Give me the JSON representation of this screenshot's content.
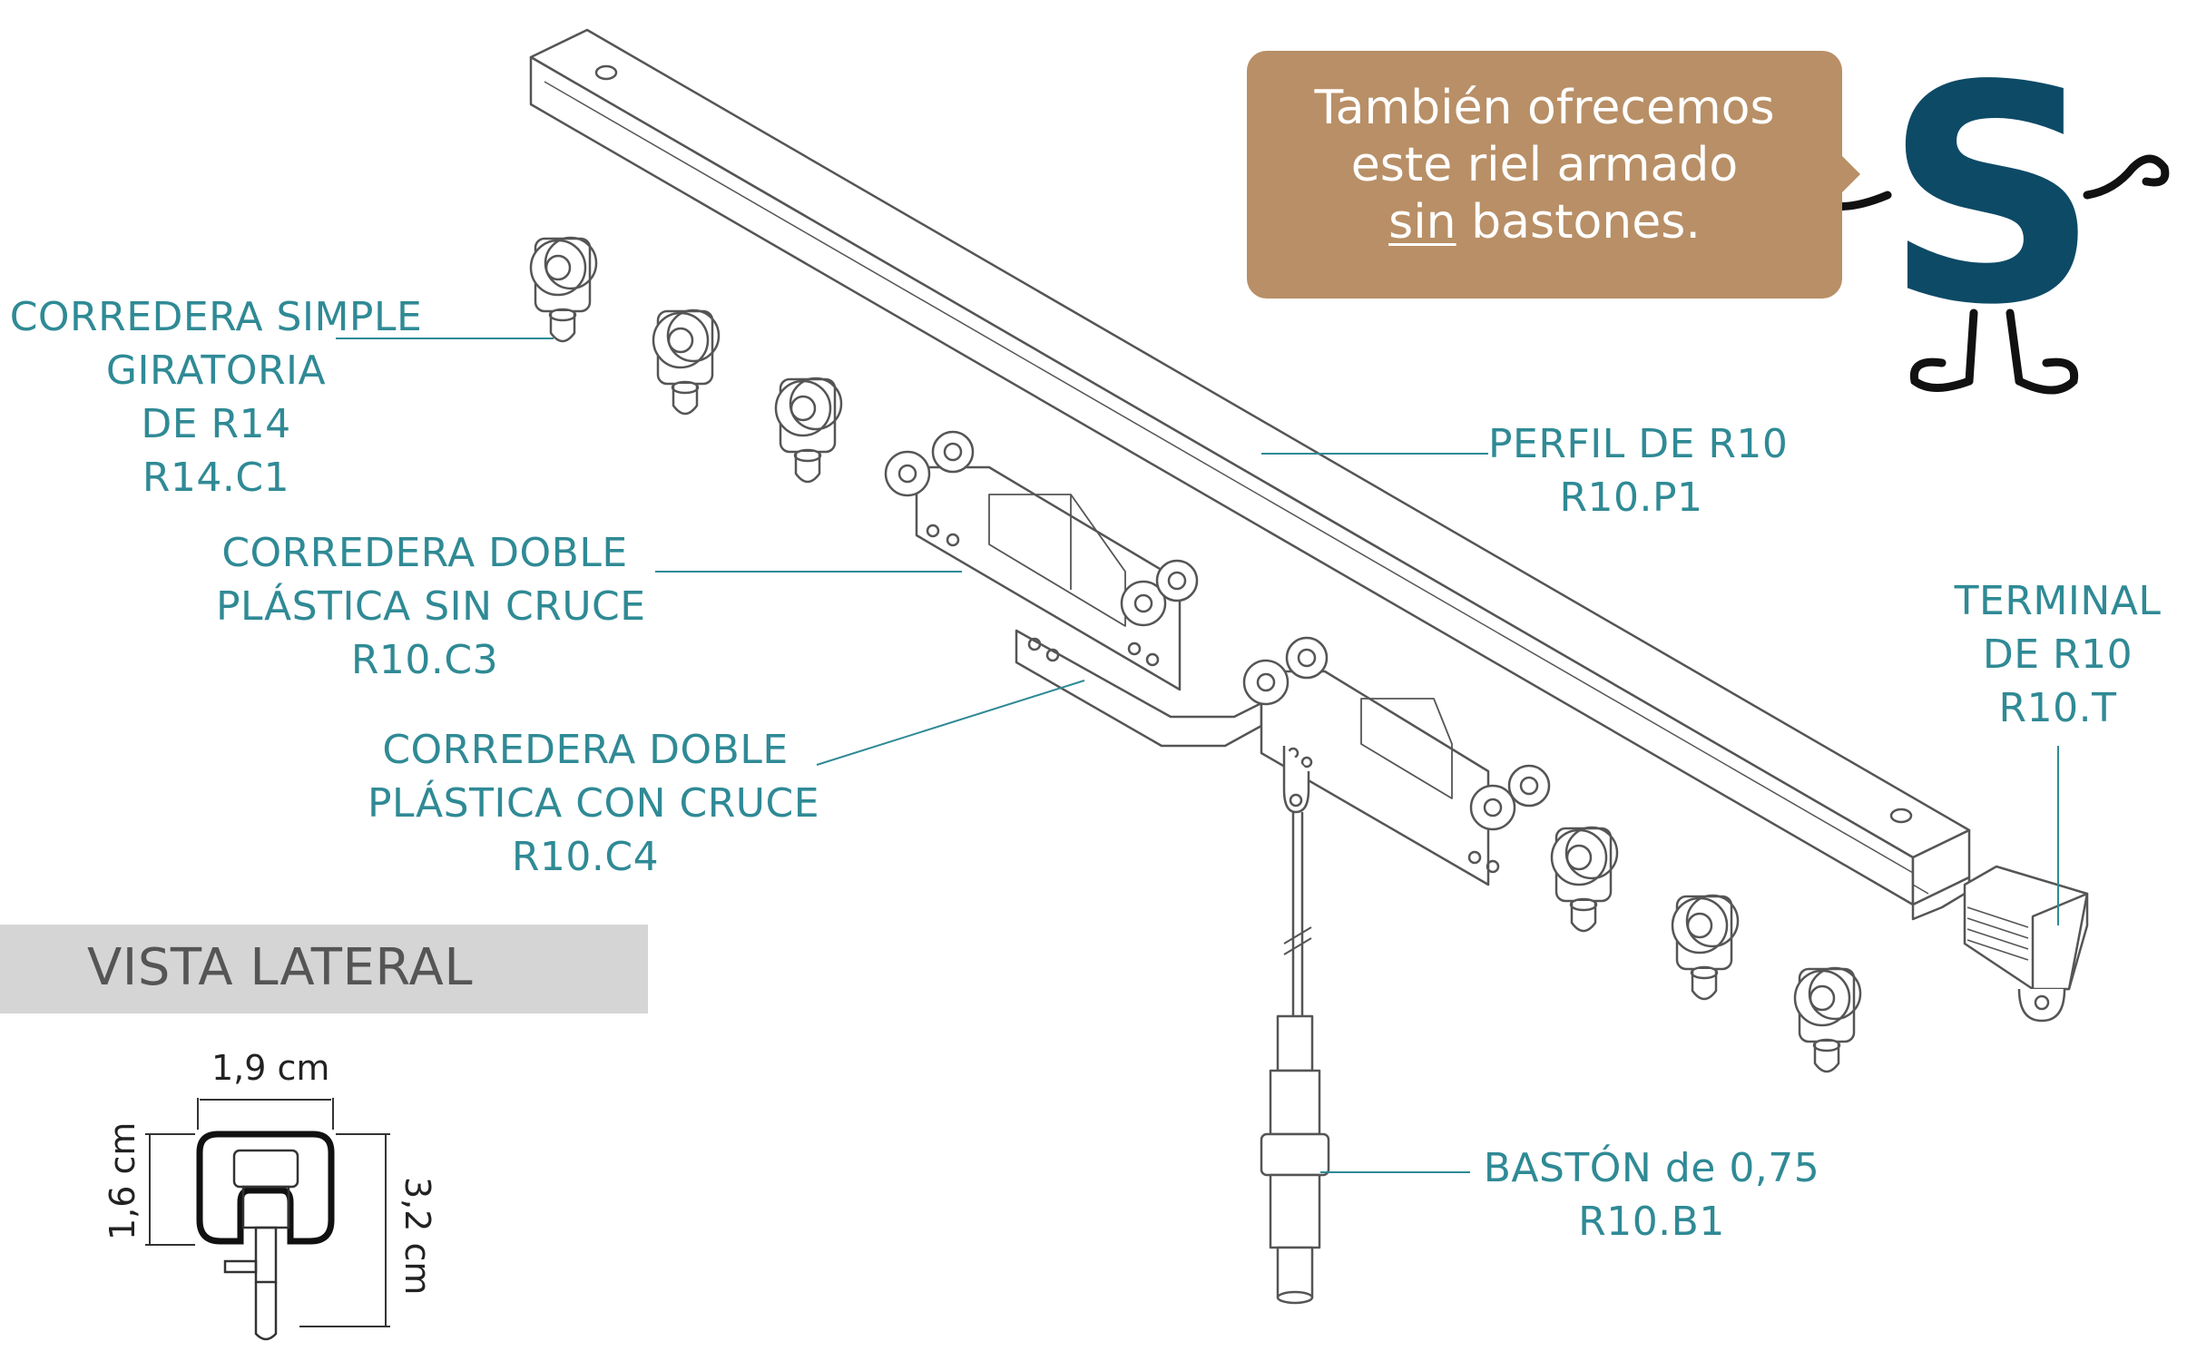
{
  "colors": {
    "label": "#2f8a95",
    "bubble": "#b88f66",
    "mascot": "#0d4a66",
    "line": "#5a5a5a"
  },
  "bubble": {
    "line1": "También ofrecemos",
    "line2": "este riel armado",
    "line3_underlined": "sin",
    "line3_rest": " bastones."
  },
  "mascot": {
    "letter": "S"
  },
  "labels": {
    "simple": [
      "CORREDERA SIMPLE",
      "GIRATORIA",
      "DE R14",
      "R14.C1"
    ],
    "perfil": [
      "PERFIL DE R10",
      "R10.P1"
    ],
    "doble_sin": [
      "CORREDERA DOBLE",
      "PLÁSTICA SIN CRUCE",
      "R10.C3"
    ],
    "doble_con": [
      "CORREDERA DOBLE",
      "PLÁSTICA CON CRUCE",
      "R10.C4"
    ],
    "terminal": [
      "TERMINAL",
      "DE R10",
      "R10.T"
    ],
    "baston": [
      "BASTÓN de 0,75",
      "R10.B1"
    ]
  },
  "side_view": {
    "title": "VISTA LATERAL",
    "width": "1,9 cm",
    "inner_height": "1,6 cm",
    "total_height": "3,2 cm"
  }
}
